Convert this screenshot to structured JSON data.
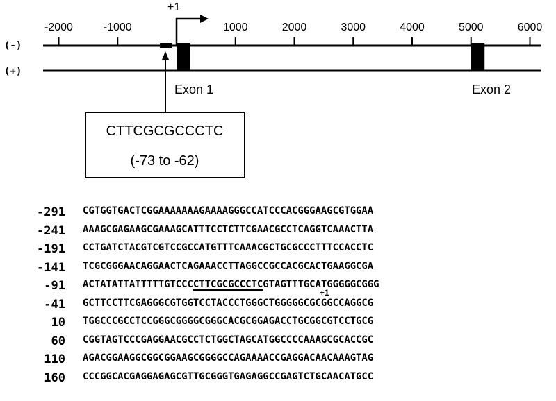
{
  "scale": {
    "ticks": [
      -2000,
      -1000,
      1000,
      2000,
      3000,
      4000,
      5000,
      6000
    ],
    "tick_labels": [
      "-2000",
      "-1000",
      "1000",
      "2000",
      "3000",
      "4000",
      "5000",
      "6000"
    ]
  },
  "tss_label": "+1",
  "strands": {
    "minus": "(-)",
    "plus": "(+)"
  },
  "exons": [
    {
      "label": "Exon 1",
      "start": 0,
      "end": 230
    },
    {
      "label": "Exon 2",
      "start": 5000,
      "end": 5230
    }
  ],
  "element": {
    "sequence": "CTTCGCGCCCTC",
    "range": "(-73 to -62)",
    "start": -73,
    "end": -62
  },
  "sequence_rows": [
    {
      "num": "-291",
      "seq": "CGTGGTGACTCGGAAAAAAAGAAAAGGGCCATCCCACGGGAAGCGTGGAA"
    },
    {
      "num": "-241",
      "seq": "AAAGCGAGAAGCGAAAGCATTTCCTCTTCGAACGCCTCAGGTCAAACTTA"
    },
    {
      "num": "-191",
      "seq": "CCTGATCTACGTCGTCCGCCATGTTTCAAACGCTGCGCCCTTTCCACCTC"
    },
    {
      "num": "-141",
      "seq": "TCGCGGGAACAGGAACTCAGAAACCTTAGGCCGCCACGCACTGAAGGCGA"
    },
    {
      "num": "-91",
      "seq_pre": "ACTATATTATTTTTGTCCC",
      "seq_ul": "CTTCGCGCCCTC",
      "seq_post": "GTAGTTTGCATGGGGGCGGG"
    },
    {
      "num": "-41",
      "seq_pre": "GCTTCCTTCGAGGGCGTGGTCCTACCCTGGGCTGGGGGCGC",
      "seq_post": "GGCCAGGCG",
      "sup": "+1"
    },
    {
      "num": "10",
      "seq": "TGGCCCGCCTCCGGGCGGGGCGGGCACGCGGAGACCTGCGGCGTCCTGCG"
    },
    {
      "num": "60",
      "seq": "CGGTAGTCCCGAGGAACGCCTCTGGCTAGCATGGCCCCAAAGCGCACCGC"
    },
    {
      "num": "110",
      "seq": "AGACGGAAGGCGGCGGAAGCGGGGCCAGAAAACCGAGGACAACAAAGTAG"
    },
    {
      "num": "160",
      "seq": "CCCGGCACGAGGAGAGCGTTGCGGGTGAGAGGCCGAGTCTGCAACATGCC"
    }
  ]
}
